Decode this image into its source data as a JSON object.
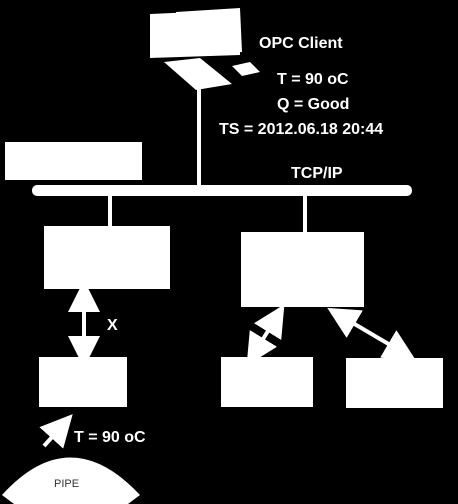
{
  "client": {
    "title": "OPC Client",
    "temperature": "T = 90 oC",
    "quality": "Q = Good",
    "timestamp": "TS = 2012.06.18 20:44",
    "icon": "computer-icon"
  },
  "network": {
    "label": "TCP/IP"
  },
  "links": {
    "left_link_label": "X"
  },
  "sensor": {
    "temperature": "T = 90 oC",
    "pipe_label": "PIPE"
  },
  "colors": {
    "background": "#000000",
    "foreground": "#ffffff"
  }
}
